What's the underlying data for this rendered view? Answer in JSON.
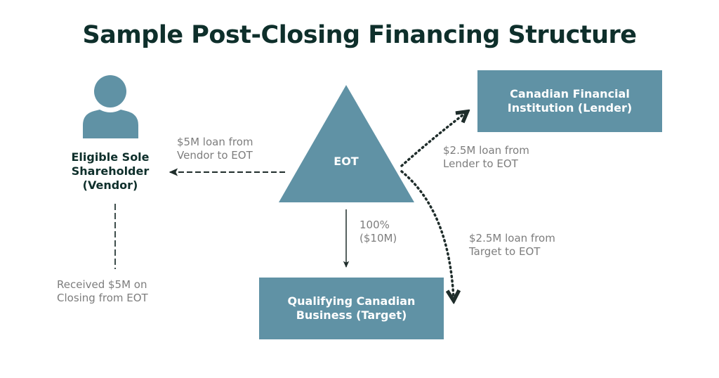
{
  "title": "Sample Post-Closing Financing Structure",
  "colors": {
    "title": "#0e2f2b",
    "node_fill": "#6092a5",
    "node_text": "#ffffff",
    "label_text": "#7d7d7d",
    "arrow": "#1f2d2b"
  },
  "nodes": {
    "vendor": {
      "icon": "person-icon",
      "lines": [
        "Eligible Sole",
        "Shareholder",
        "(Vendor)"
      ]
    },
    "eot": {
      "shape": "triangle",
      "label": "EOT"
    },
    "lender": {
      "lines": [
        "Canadian Financial",
        "Institution (Lender)"
      ]
    },
    "target": {
      "lines": [
        "Qualifying Canadian",
        "Business (Target)"
      ]
    }
  },
  "edges": {
    "eot_to_vendor": {
      "style": "dashed",
      "lines": [
        "$5M loan from",
        "Vendor to EOT"
      ]
    },
    "vendor_received": {
      "style": "dashed",
      "lines": [
        "Received $5M on",
        "Closing from EOT"
      ]
    },
    "eot_to_lender": {
      "style": "dotted",
      "lines": [
        "$2.5M loan from",
        "Lender to EOT"
      ]
    },
    "eot_to_target_ownership": {
      "style": "solid",
      "lines": [
        "100%",
        "($10M)"
      ]
    },
    "eot_to_target_loan": {
      "style": "dotted",
      "lines": [
        "$2.5M loan from",
        "Target to EOT"
      ]
    }
  }
}
